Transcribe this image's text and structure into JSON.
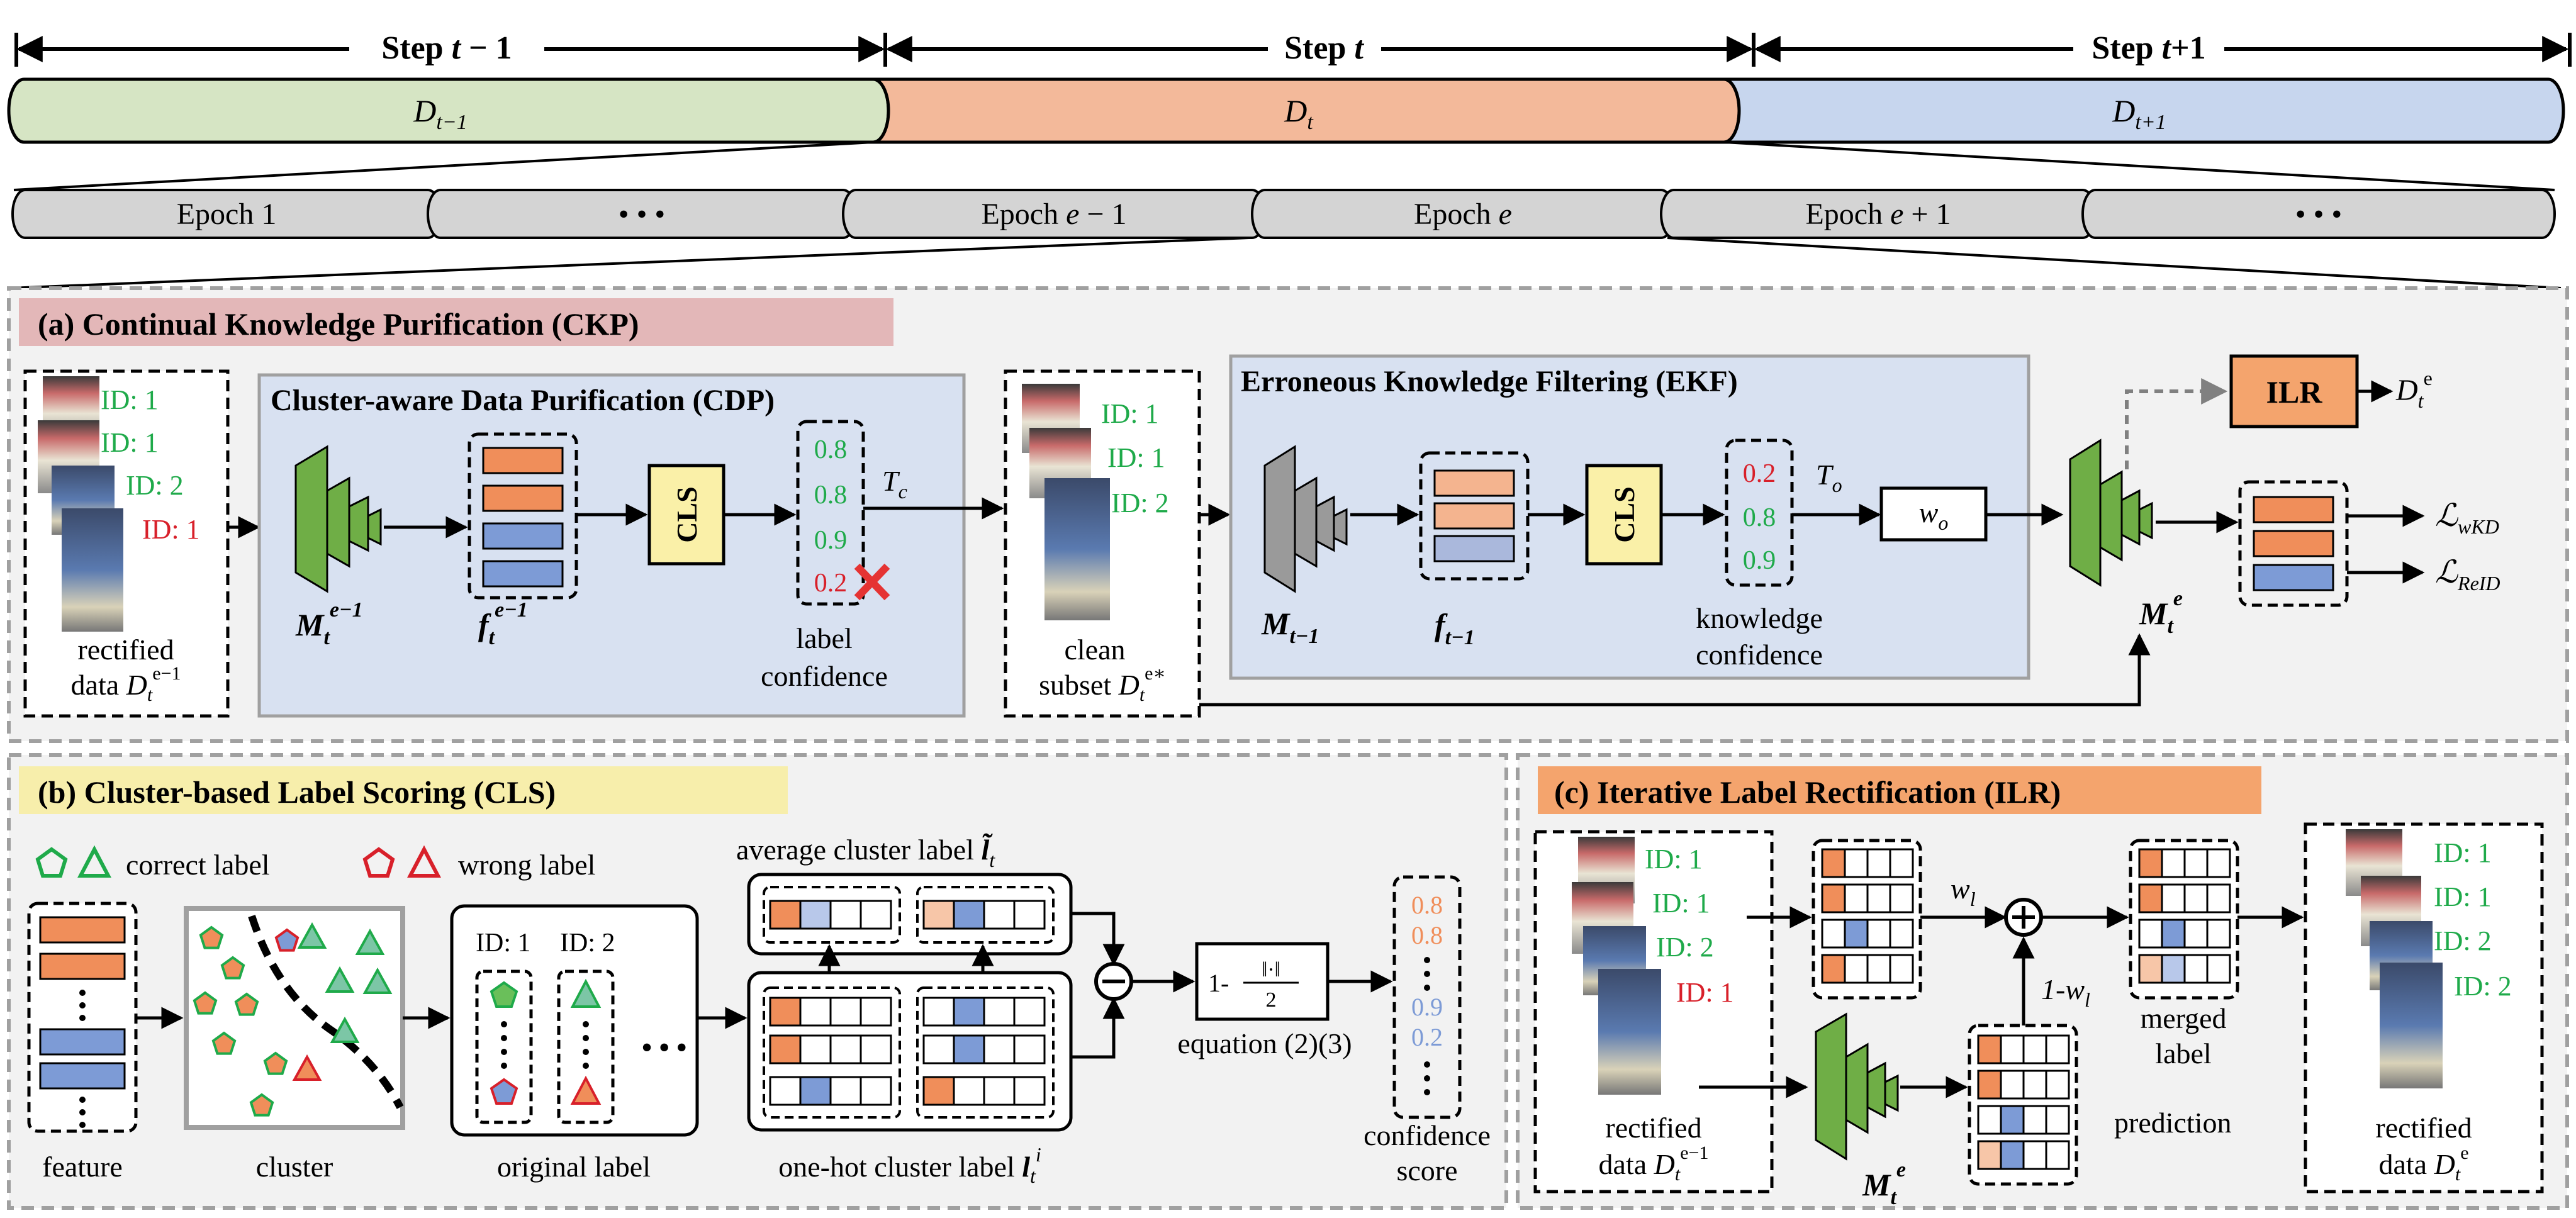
{
  "steps": {
    "prev": {
      "word": "Step",
      "var": "t",
      "suffix": " − 1",
      "segment": "D",
      "segment_sub": "t−1"
    },
    "cur": {
      "word": "Step",
      "var": "t",
      "suffix": "",
      "segment": "D",
      "segment_sub": "t"
    },
    "next": {
      "word": "Step",
      "var": "t",
      "suffix": "+1",
      "segment": "D",
      "segment_sub": "t+1"
    }
  },
  "epochs": [
    {
      "text": "Epoch 1",
      "var": "",
      "suffix": ""
    },
    {
      "text": "• • •",
      "var": "",
      "suffix": ""
    },
    {
      "text": "Epoch ",
      "var": "e",
      "suffix": " − 1"
    },
    {
      "text": "Epoch ",
      "var": "e",
      "suffix": ""
    },
    {
      "text": "Epoch ",
      "var": "e",
      "suffix": " + 1"
    },
    {
      "text": "• • •",
      "var": "",
      "suffix": ""
    }
  ],
  "ckp": {
    "title": "(a) Continual Knowledge Purification (CKP)",
    "cdp_title": "Cluster-aware Data Purification (CDP)",
    "ekf_title": "Erroneous Knowledge Filtering (EKF)",
    "input_ids": [
      "ID: 1",
      "ID: 1",
      "ID: 2",
      "ID: 1"
    ],
    "input_caption": [
      "rectified",
      "data"
    ],
    "model_prev_epoch": "M",
    "label_confidence_values": [
      "0.8",
      "0.8",
      "0.9",
      "0.2"
    ],
    "label_confidence_caption": [
      "label",
      "confidence"
    ],
    "threshold_c": "T",
    "cls_label": "CLS",
    "clean_ids": [
      "ID: 1",
      "ID: 1",
      "ID: 2"
    ],
    "clean_caption": [
      "clean",
      "subset"
    ],
    "old_model": "M",
    "knowledge_confidence_values": [
      "0.2",
      "0.8",
      "0.9"
    ],
    "knowledge_confidence_caption": [
      "knowledge",
      "confidence"
    ],
    "threshold_o": "T",
    "weight_o": "w",
    "ilr_label": "ILR",
    "ilr_output": "D",
    "current_model": "M",
    "loss_wkd": "ℒ",
    "loss_wkd_sub": "wKD",
    "loss_reid": "ℒ",
    "loss_reid_sub": "ReID"
  },
  "cls": {
    "title": "(b) Cluster-based Label Scoring (CLS)",
    "legend_correct": "correct label",
    "legend_wrong": "wrong label",
    "captions": {
      "feature": "feature",
      "cluster": "cluster",
      "original": "original label",
      "onehot": "one-hot cluster label",
      "confidence": [
        "confidence",
        "score"
      ]
    },
    "original_ids": [
      "ID: 1",
      "ID: 2"
    ],
    "average_caption": "average cluster label",
    "equation_caption": "equation (2)(3)",
    "formula_left": "1-",
    "formula_top": "‖·‖",
    "formula_bottom": "2",
    "scores": [
      "0.8",
      "0.8",
      "0.9",
      "0.2"
    ]
  },
  "ilr": {
    "title": "(c) Iterative Label Rectification (ILR)",
    "input_ids": [
      "ID: 1",
      "ID: 1",
      "ID: 2",
      "ID: 1"
    ],
    "input_caption": [
      "rectified",
      "data"
    ],
    "weight_l": "w",
    "weight_l_comp": "1-w",
    "merged_caption": [
      "merged",
      "label"
    ],
    "prediction_caption": "prediction",
    "output_ids": [
      "ID: 1",
      "ID: 1",
      "ID: 2",
      "ID: 2"
    ],
    "output_caption": [
      "rectified",
      "data"
    ]
  },
  "colors": {
    "green_label": "#1faa4a",
    "red_label": "#d8202a",
    "orange": "#f08e5a",
    "blue": "#7d9bd6",
    "model_green": "#6fae46",
    "model_grey": "#9a9a9a",
    "cls_yellow": "#faf0a8",
    "ilr_orange": "#f4a46d",
    "panel_blue": "#d8e1f1"
  }
}
